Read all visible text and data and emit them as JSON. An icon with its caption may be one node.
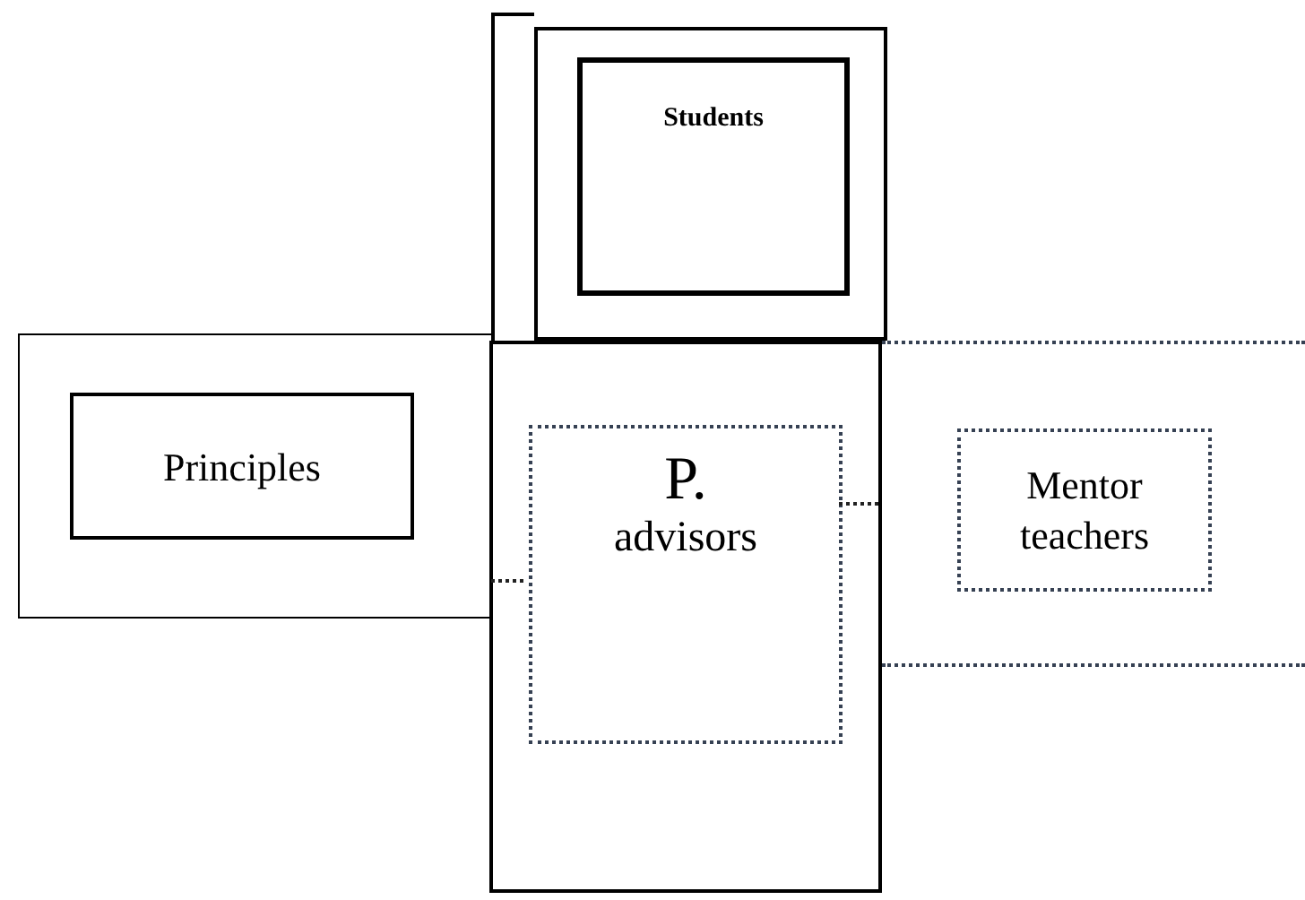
{
  "diagram": {
    "nodes": [
      {
        "text": [],
        "shape": "box"
      },
      {
        "text": [
          "Students"
        ],
        "in": 0
      },
      {
        "text": [],
        "shape": "box"
      },
      {
        "text": [
          "Principles"
        ],
        "in": 2
      },
      {
        "text": [],
        "shape": "box"
      },
      {
        "text": [
          "P.",
          "advisors"
        ],
        "in": 4
      },
      {
        "text": [],
        "shape": "box"
      },
      {
        "text": [
          "Mentor teachers"
        ],
        "in": 6
      }
    ],
    "edges": [
      {
        "from": 2,
        "to": 5,
        "arrow": "none",
        "style": "dashed"
      },
      {
        "from": 5,
        "to": 6,
        "arrow": "none",
        "style": "dashed"
      }
    ]
  }
}
